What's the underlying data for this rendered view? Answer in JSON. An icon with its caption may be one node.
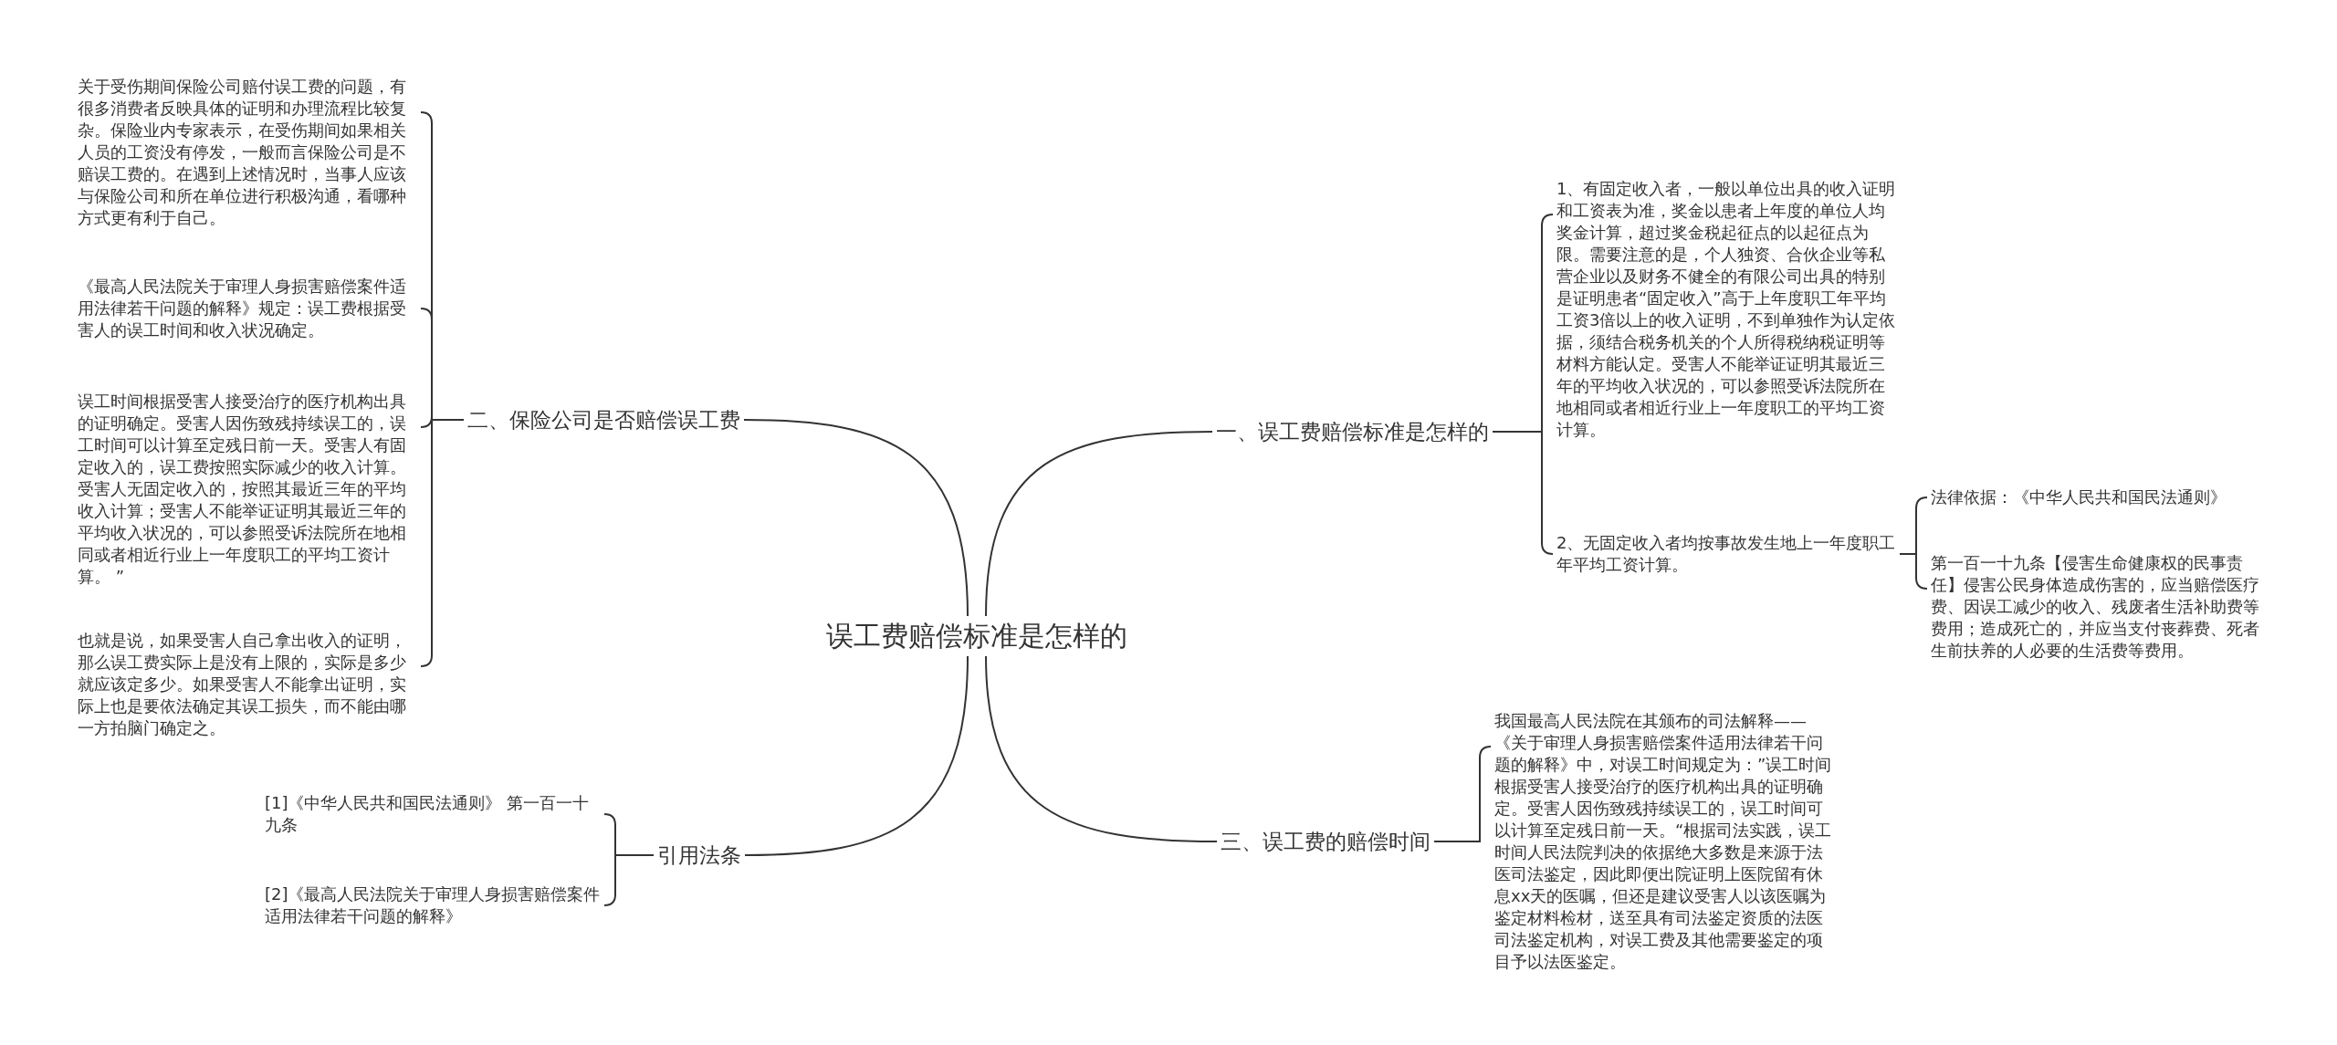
{
  "diagram": {
    "nodes": [
      {
        "text": [
          "误工费赔偿标准是怎样的"
        ]
      },
      {
        "text": [
          "一、误工费赔偿标准是怎样的"
        ]
      },
      {
        "text": [
          "1、有固定收入者，一般以单位出具的收入证明和工资表为准，奖金以患者上年度的单位人均奖金计算，超过奖金税起征点的以起征点为限。需要注意的是，个人独资、合伙企业等私营企业以及财务不健全的有限公司出具的特别是证明患者“固定收入”高于上年度职工年平均工资3倍以上的收入证明，不到单独作为认定依据，须结合税务机关的个人所得税纳税证明等材料方能认定。受害人不能举证证明其最近三年的平均收入状况的，可以参照受诉法院所在地相同或者相近行业上一年度职工的平均工资计算。"
        ]
      },
      {
        "text": [
          "2、无固定收入者均按事故发生地上一年度职工年平均工资计算。"
        ]
      },
      {
        "text": [
          "法律依据：《中华人民共和国民法通则》"
        ]
      },
      {
        "text": [
          "第一百一十九条【侵害生命健康权的民事责任】侵害公民身体造成伤害的，应当赔偿医疗费、因误工减少的收入、残废者生活补助费等费用；造成死亡的，并应当支付丧葬费、死者生前扶养的人必要的生活费等费用。"
        ]
      },
      {
        "text": [
          "二、保险公司是否赔偿误工费"
        ]
      },
      {
        "text": [
          "关于受伤期间保险公司赔付误工费的问题，有很多消费者反映具体的证明和办理流程比较复杂。保险业内专家表示，在受伤期间如果相关人员的工资没有停发，一般而言保险公司是不赔误工费的。在遇到上述情况时，当事人应该与保险公司和所在单位进行积极沟通，看哪种方式更有利于自己。"
        ]
      },
      {
        "text": [
          "《最高人民法院关于审理人身损害赔偿案件适用法律若干问题的解释》规定：误工费根据受害人的误工时间和收入状况确定。"
        ]
      },
      {
        "text": [
          "误工时间根据受害人接受治疗的医疗机构出具的证明确定。受害人因伤致残持续误工的，误工时间可以计算至定残日前一天。受害人有固定收入的，误工费按照实际减少的收入计算。受害人无固定收入的，按照其最近三年的平均收入计算；受害人不能举证证明其最近三年的平均收入状况的，可以参照受诉法院所在地相同或者相近行业上一年度职工的平均工资计算。 ”"
        ]
      },
      {
        "text": [
          "也就是说，如果受害人自己拿出收入的证明，那么误工费实际上是没有上限的，实际是多少就应该定多少。如果受害人不能拿出证明，实际上也是要依法确定其误工损失，而不能由哪一方拍脑门确定之。"
        ]
      },
      {
        "text": [
          "三、误工费的赔偿时间"
        ]
      },
      {
        "text": [
          "我国最高人民法院在其颁布的司法解释——《关于审理人身损害赔偿案件适用法律若干问题的解释》中，对误工时间规定为：”误工时间根据受害人接受治疗的医疗机构出具的证明确定。受害人因伤致残持续误工的，误工时间可以计算至定残日前一天。“根据司法实践，误工时间人民法院判决的依据绝大多数是来源于法医司法鉴定，因此即便出院证明上医院留有休息xx天的医嘱，但还是建议受害人以该医嘱为鉴定材料检材，送至具有司法鉴定资质的法医司法鉴定机构，对误工费及其他需要鉴定的项目予以法医鉴定。"
        ]
      },
      {
        "text": [
          "引用法条"
        ]
      },
      {
        "text": [
          "[1]《中华人民共和国民法通则》 第一百一十九条"
        ]
      },
      {
        "text": [
          "[2]《最高人民法院关于审理人身损害赔偿案件适用法律若干问题的解释》"
        ]
      }
    ],
    "edges": [
      {
        "from": 0,
        "to": 1,
        "arrow": "none"
      },
      {
        "from": 1,
        "to": 2,
        "arrow": "none"
      },
      {
        "from": 1,
        "to": 3,
        "arrow": "none"
      },
      {
        "from": 3,
        "to": 4,
        "arrow": "none"
      },
      {
        "from": 3,
        "to": 5,
        "arrow": "none"
      },
      {
        "from": 0,
        "to": 6,
        "arrow": "none"
      },
      {
        "from": 6,
        "to": 7,
        "arrow": "none"
      },
      {
        "from": 6,
        "to": 8,
        "arrow": "none"
      },
      {
        "from": 6,
        "to": 9,
        "arrow": "none"
      },
      {
        "from": 6,
        "to": 10,
        "arrow": "none"
      },
      {
        "from": 0,
        "to": 11,
        "arrow": "none"
      },
      {
        "from": 11,
        "to": 12,
        "arrow": "none"
      },
      {
        "from": 0,
        "to": 13,
        "arrow": "none"
      },
      {
        "from": 13,
        "to": 14,
        "arrow": "none"
      },
      {
        "from": 13,
        "to": 15,
        "arrow": "none"
      }
    ]
  }
}
